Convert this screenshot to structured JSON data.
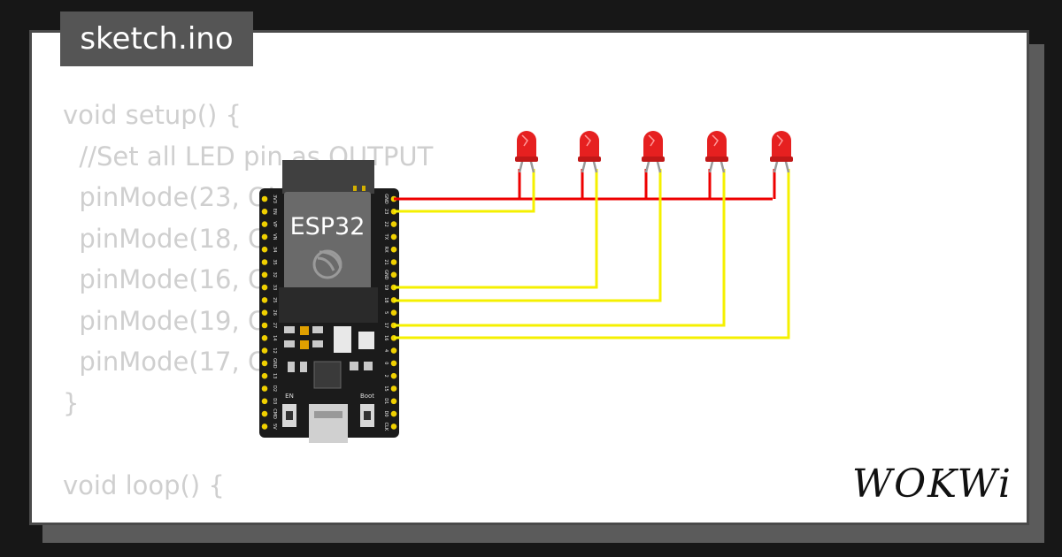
{
  "tab": {
    "filename": "sketch.ino"
  },
  "code": {
    "lines": [
      "void setup() {",
      "  //Set all LED pin as OUTPUT",
      "  pinMode(23, OUTPUT);",
      "  pinMode(18, OUTPUT);",
      "  pinMode(16, OUTPUT);",
      "  pinMode(19, OUTPUT);",
      "  pinMode(17, OUTPUT);",
      "}",
      "",
      "void loop() {"
    ]
  },
  "board": {
    "module_label": "ESP32",
    "right_pins": [
      "GND",
      "23",
      "22",
      "TX",
      "RX",
      "21",
      "GND",
      "19",
      "18",
      "5",
      "17",
      "16",
      "4",
      "0",
      "2",
      "15",
      "D1",
      "D0",
      "CLK"
    ],
    "left_pins": [
      "3V3",
      "EN",
      "VP",
      "VN",
      "34",
      "35",
      "32",
      "33",
      "25",
      "26",
      "27",
      "14",
      "12",
      "GND",
      "13",
      "D2",
      "D3",
      "CMD",
      "5V"
    ],
    "button_en": "EN",
    "button_boot": "Boot"
  },
  "leds": [
    "led-1",
    "led-2",
    "led-3",
    "led-4",
    "led-5"
  ],
  "colors": {
    "wire_gnd": "#ee0000",
    "wire_signal": "#f5f000",
    "led_red": "#e62020",
    "code_text": "#cfcfcf"
  },
  "brand": {
    "logo": "WOKWi"
  }
}
